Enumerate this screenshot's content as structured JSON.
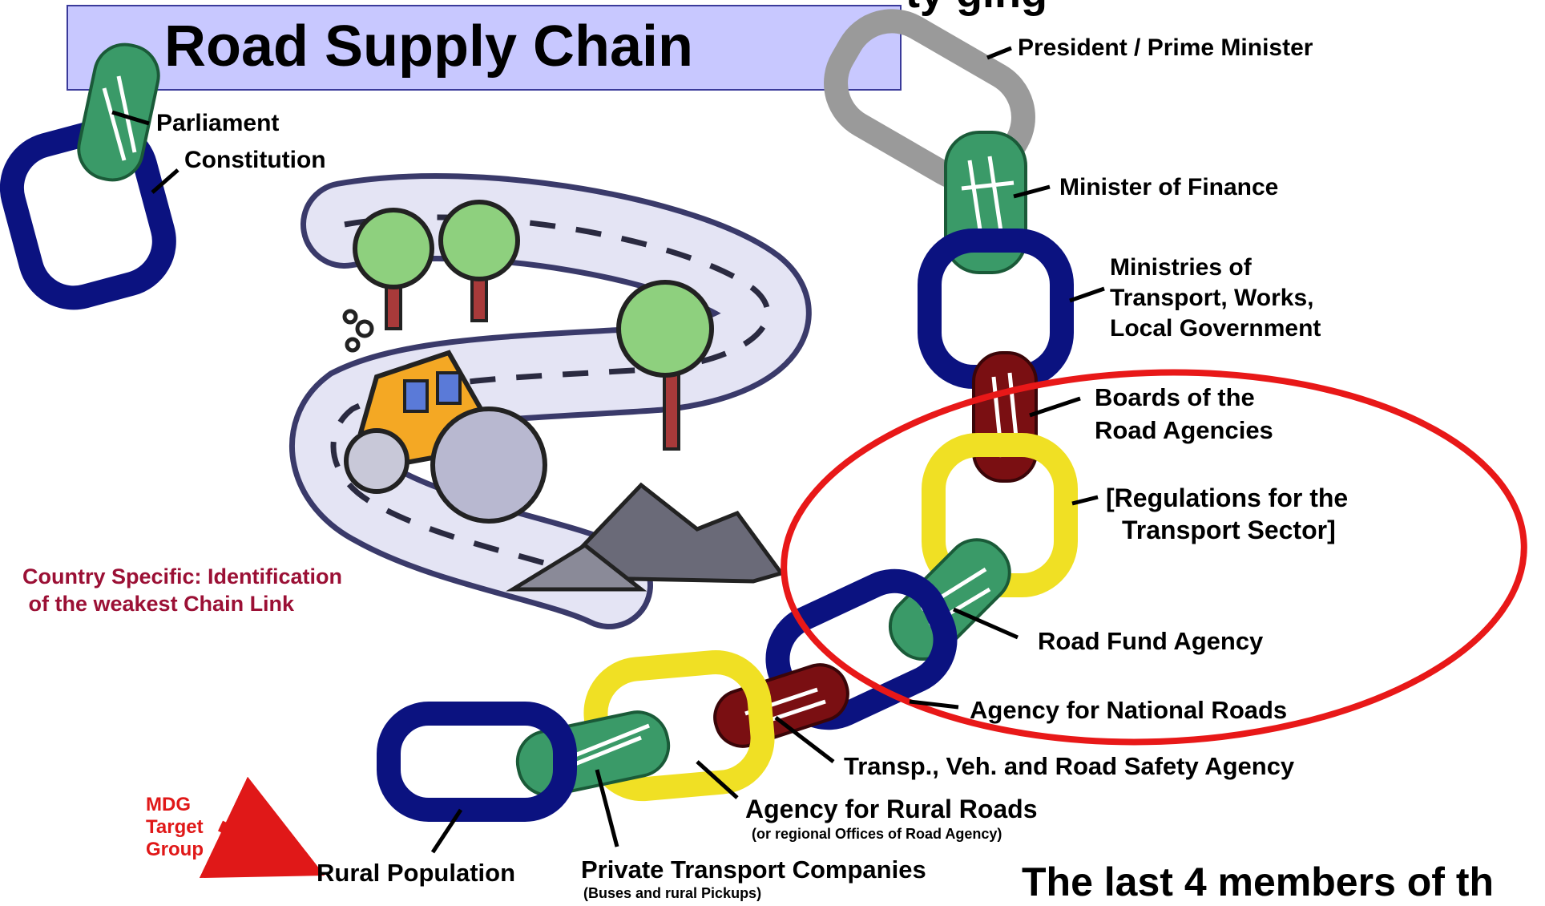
{
  "title": "Road Supply Chain",
  "top_fragment": "ty  ging",
  "bottom_fragment": "The last 4 members of th",
  "country_note": [
    "Country Specific: Identification",
    " of the weakest Chain Link"
  ],
  "mdg_label": [
    "MDG",
    "Target",
    "Group"
  ],
  "chain_labels": {
    "president": "President / Prime Minister",
    "parliament": "Parliament",
    "constitution": "Constitution",
    "finance": "Minister of Finance",
    "ministries": [
      "Ministries of",
      "Transport, Works,",
      "Local Government"
    ],
    "boards": [
      "Boards of the",
      "Road Agencies"
    ],
    "regulations": [
      "[Regulations for the",
      "Transport Sector]"
    ],
    "road_fund": "Road Fund Agency",
    "national_roads": "Agency for National Roads",
    "safety": "Transp., Veh. and Road Safety Agency",
    "rural_roads": "Agency for Rural Roads",
    "rural_roads_note": "(or regional Offices of Road Agency)",
    "rural_population": "Rural Population",
    "private_transport": "Private Transport Companies",
    "private_transport_note": "(Buses and rural Pickups)"
  },
  "colors": {
    "title_box": "#c8c8ff",
    "link_green": "#3a9a68",
    "link_navy": "#0b1280",
    "link_gray": "#9a9a9a",
    "link_maroon": "#7a0f12",
    "link_yellow": "#f0e024",
    "highlight_ellipse": "#e81818",
    "note_text": "#9b1035",
    "mdg_text": "#e01818"
  },
  "icons": [
    "chain-link-icon",
    "road-roller-clipart",
    "arrow-icon"
  ]
}
